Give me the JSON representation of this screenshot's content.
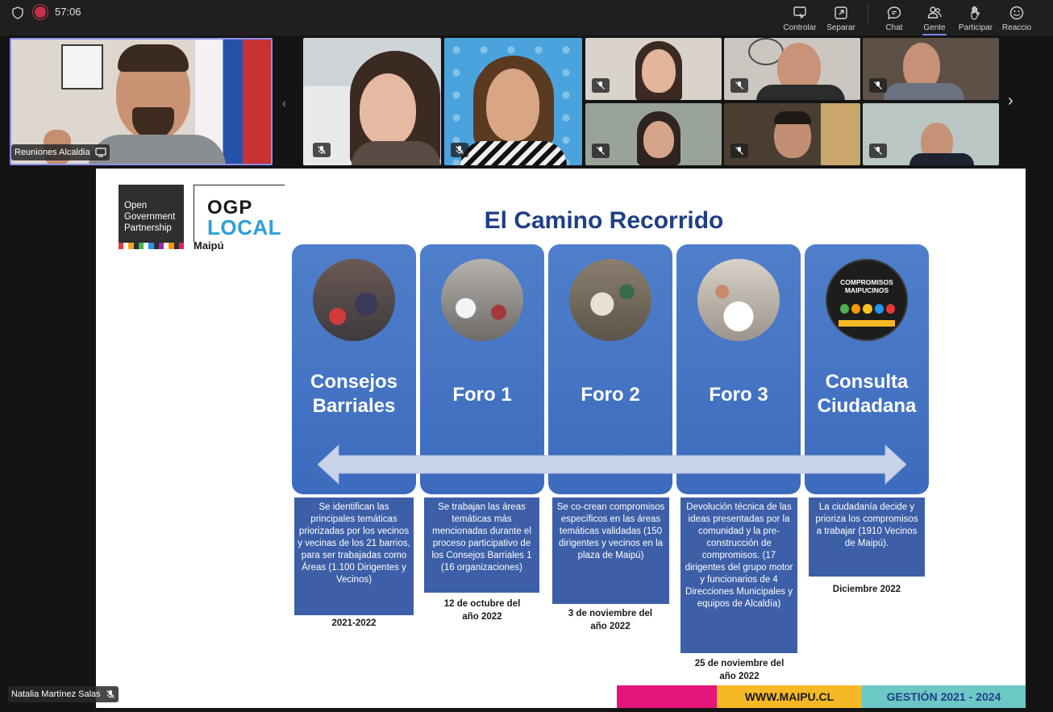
{
  "meeting": {
    "timer": "57:06",
    "toolbar": [
      {
        "key": "controlar",
        "label": "Controlar",
        "icon": "remote-control-icon"
      },
      {
        "key": "separar",
        "label": "Separar",
        "icon": "pop-out-icon"
      },
      {
        "key": "chat",
        "label": "Chat",
        "icon": "chat-icon"
      },
      {
        "key": "gente",
        "label": "Gente",
        "icon": "people-icon"
      },
      {
        "key": "participar",
        "label": "Participar",
        "icon": "raise-hand-icon"
      },
      {
        "key": "reacciones",
        "label": "Reaccio",
        "icon": "emoji-icon"
      }
    ]
  },
  "participants": {
    "main_speaker": "Reuniones Alcaldia",
    "bottom_name": "Natalia Martínez Salas"
  },
  "slide": {
    "ogp_logo_text": [
      "Open",
      "Government",
      "Partnership"
    ],
    "ogp_word": "OGP",
    "local_word": "LOCAL",
    "maipu_word": "Maipú",
    "title": "El Camino Recorrido",
    "stages": [
      {
        "label_lines": [
          "Consejos",
          "Barriales"
        ],
        "desc": "Se identifican las principales temáticas priorizadas por los vecinos y vecinas de los 21 barrios, para ser trabajadas como Áreas (1.100 Dirigentes y Vecinos)",
        "date": "2021-2022"
      },
      {
        "label_lines": [
          "Foro 1"
        ],
        "desc": "Se trabajan las áreas temáticas más mencionadas durante el proceso participativo de los Consejos Barriales 1 (16 organizaciones)",
        "date": "12 de octubre del año 2022"
      },
      {
        "label_lines": [
          "Foro 2"
        ],
        "desc": "Se co-crean compromisos específicos en las áreas temáticas validadas (150 dirigentes y vecinos en la plaza de Maipú)",
        "date": "3 de noviembre del año 2022"
      },
      {
        "label_lines": [
          "Foro 3"
        ],
        "desc": "Devolución técnica de las ideas presentadas por la comunidad y la pre-construcción de compromisos. (17 dirigentes del grupo motor y funcionarios de 4 Direcciones Municipales y equipos de Alcaldía)",
        "date": "25 de noviembre del año 2022"
      },
      {
        "label_lines": [
          "Consulta",
          "Ciudadana"
        ],
        "desc": "La ciudadanía decide y prioriza los compromisos a trabajar (1910 Vecinos de Maipú).",
        "date": "Diciembre 2022"
      }
    ],
    "badge_text": [
      "COMPROMISOS",
      "MAIPUCINOS"
    ],
    "footer": {
      "url": "WWW.MAIPU.CL",
      "gestion": "GESTIÓN 2021 - 2024"
    }
  },
  "colors": {
    "stage_blue": "#4a78c6",
    "desc_blue": "#3d5fa8",
    "title_navy": "#1f3f86",
    "footer_pink": "#e3147a",
    "footer_yellow": "#f6b824",
    "footer_teal": "#6cc8c5",
    "recording_red": "#c4314b",
    "active_tab": "#7f85f5"
  }
}
